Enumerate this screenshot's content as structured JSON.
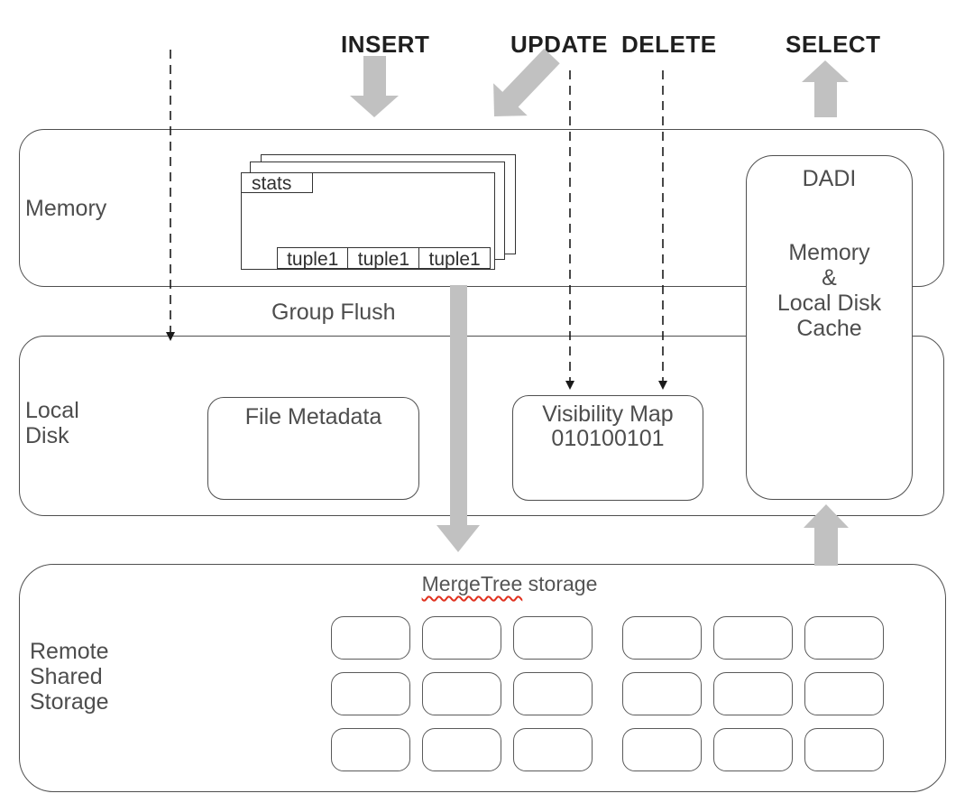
{
  "labels": {
    "insert": "INSERT",
    "update": "UPDATE",
    "delete": "DELETE",
    "select": "SELECT",
    "group_flush": "Group Flush"
  },
  "memory": {
    "title": "Memory",
    "memtable": {
      "tab": "stats",
      "tuples": [
        "tuple1",
        "tuple1",
        "tuple1"
      ]
    }
  },
  "dadi": {
    "title": "DADI",
    "body_lines": [
      "Memory",
      "&",
      "Local Disk",
      "Cache"
    ]
  },
  "local_disk": {
    "title_lines": [
      "Local",
      "Disk"
    ],
    "file_metadata": "File Metadata",
    "visibility_map": {
      "line1": "Visibility Map",
      "line2": "010100101"
    }
  },
  "remote": {
    "title_lines": [
      "Remote",
      "Shared",
      "Storage"
    ],
    "storage_label": {
      "highlight": "MergeTree",
      "rest": " storage"
    },
    "grid": {
      "rows": 3,
      "columns": 6
    }
  },
  "colors": {
    "arrow_gray": "#c1c1c1",
    "box_border": "#4f4f4f",
    "card_border": "#333333",
    "heading_text": "#1f1f1f",
    "body_text": "#4d4d4d",
    "spellcheck_red": "#e0301e"
  }
}
